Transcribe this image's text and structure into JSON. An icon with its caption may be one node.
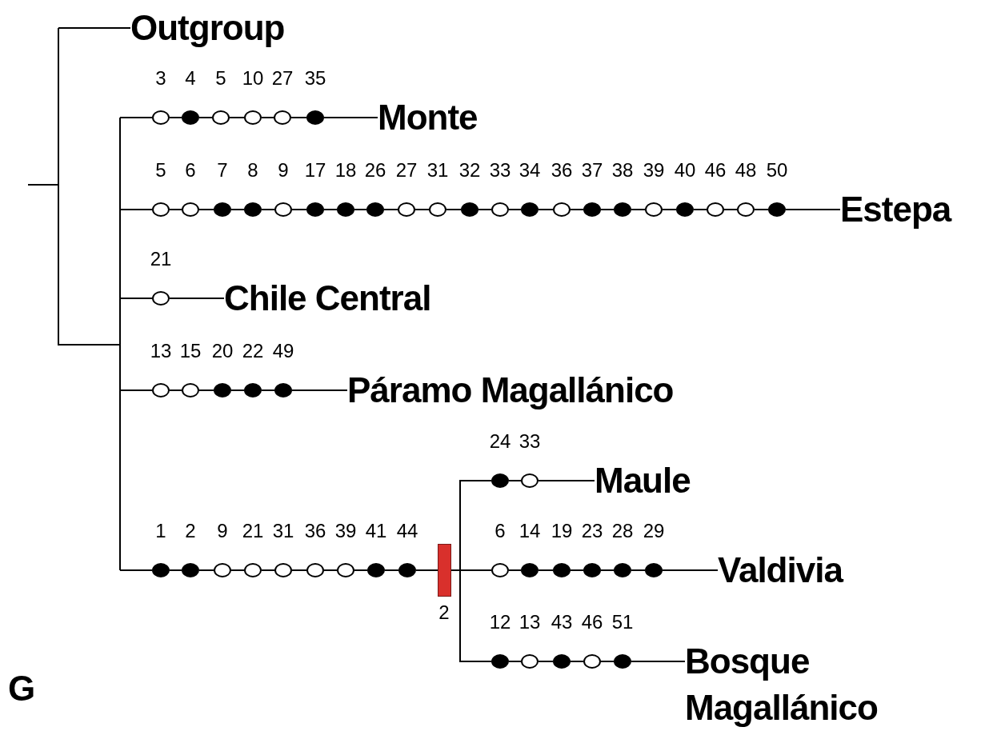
{
  "diagram": {
    "nodes": [
      {
        "text": [
          "Outgroup"
        ]
      },
      {
        "text": [],
        "shape": "circle",
        "beside": [
          "3"
        ]
      },
      {
        "text": [],
        "shape": "dot",
        "beside": [
          "4"
        ]
      },
      {
        "text": [],
        "shape": "circle",
        "beside": [
          "5"
        ]
      },
      {
        "text": [],
        "shape": "circle",
        "beside": [
          "10"
        ]
      },
      {
        "text": [],
        "shape": "circle",
        "beside": [
          "27"
        ]
      },
      {
        "text": [],
        "shape": "dot",
        "beside": [
          "35"
        ]
      },
      {
        "text": [
          "Monte"
        ]
      },
      {
        "text": [],
        "shape": "circle",
        "beside": [
          "5"
        ]
      },
      {
        "text": [],
        "shape": "circle",
        "beside": [
          "6"
        ]
      },
      {
        "text": [],
        "shape": "dot",
        "beside": [
          "7"
        ]
      },
      {
        "text": [],
        "shape": "dot",
        "beside": [
          "8"
        ]
      },
      {
        "text": [],
        "shape": "circle",
        "beside": [
          "9"
        ]
      },
      {
        "text": [],
        "shape": "dot",
        "beside": [
          "17"
        ]
      },
      {
        "text": [],
        "shape": "dot",
        "beside": [
          "18"
        ]
      },
      {
        "text": [],
        "shape": "dot",
        "beside": [
          "26"
        ]
      },
      {
        "text": [],
        "shape": "circle",
        "beside": [
          "27"
        ]
      },
      {
        "text": [],
        "shape": "circle",
        "beside": [
          "31"
        ]
      },
      {
        "text": [],
        "shape": "dot",
        "beside": [
          "32"
        ]
      },
      {
        "text": [],
        "shape": "circle",
        "beside": [
          "33"
        ]
      },
      {
        "text": [],
        "shape": "dot",
        "beside": [
          "34"
        ]
      },
      {
        "text": [],
        "shape": "circle",
        "beside": [
          "36"
        ]
      },
      {
        "text": [],
        "shape": "dot",
        "beside": [
          "37"
        ]
      },
      {
        "text": [],
        "shape": "dot",
        "beside": [
          "38"
        ]
      },
      {
        "text": [],
        "shape": "circle",
        "beside": [
          "39"
        ]
      },
      {
        "text": [],
        "shape": "dot",
        "beside": [
          "40"
        ]
      },
      {
        "text": [],
        "shape": "circle",
        "beside": [
          "46"
        ]
      },
      {
        "text": [],
        "shape": "circle",
        "beside": [
          "48"
        ]
      },
      {
        "text": [],
        "shape": "dot",
        "beside": [
          "50"
        ]
      },
      {
        "text": [
          "Estepa"
        ]
      },
      {
        "text": [],
        "shape": "circle",
        "beside": [
          "21"
        ]
      },
      {
        "text": [
          "Chile Central"
        ]
      },
      {
        "text": [],
        "shape": "circle",
        "beside": [
          "13"
        ]
      },
      {
        "text": [],
        "shape": "circle",
        "beside": [
          "15"
        ]
      },
      {
        "text": [],
        "shape": "dot",
        "beside": [
          "20"
        ]
      },
      {
        "text": [],
        "shape": "dot",
        "beside": [
          "22"
        ]
      },
      {
        "text": [],
        "shape": "dot",
        "beside": [
          "49"
        ]
      },
      {
        "text": [
          "Páramo Magallánico"
        ]
      },
      {
        "text": [],
        "shape": "dot",
        "beside": [
          "1"
        ]
      },
      {
        "text": [],
        "shape": "dot",
        "beside": [
          "2"
        ]
      },
      {
        "text": [],
        "shape": "circle",
        "beside": [
          "9"
        ]
      },
      {
        "text": [],
        "shape": "circle",
        "beside": [
          "21"
        ]
      },
      {
        "text": [],
        "shape": "circle",
        "beside": [
          "31"
        ]
      },
      {
        "text": [],
        "shape": "circle",
        "beside": [
          "36"
        ]
      },
      {
        "text": [],
        "shape": "circle",
        "beside": [
          "39"
        ]
      },
      {
        "text": [],
        "shape": "dot",
        "beside": [
          "41"
        ]
      },
      {
        "text": [],
        "shape": "dot",
        "beside": [
          "44"
        ]
      },
      {
        "text": [],
        "shape": "bar",
        "beside": [
          "2"
        ]
      },
      {
        "text": [],
        "shape": "dot",
        "beside": [
          "24"
        ]
      },
      {
        "text": [],
        "shape": "circle",
        "beside": [
          "33"
        ]
      },
      {
        "text": [
          "Maule"
        ]
      },
      {
        "text": [],
        "shape": "circle",
        "beside": [
          "6"
        ]
      },
      {
        "text": [],
        "shape": "dot",
        "beside": [
          "14"
        ]
      },
      {
        "text": [],
        "shape": "dot",
        "beside": [
          "19"
        ]
      },
      {
        "text": [],
        "shape": "dot",
        "beside": [
          "23"
        ]
      },
      {
        "text": [],
        "shape": "dot",
        "beside": [
          "28"
        ]
      },
      {
        "text": [],
        "shape": "dot",
        "beside": [
          "29"
        ]
      },
      {
        "text": [
          "Valdivia"
        ]
      },
      {
        "text": [],
        "shape": "dot",
        "beside": [
          "12"
        ]
      },
      {
        "text": [],
        "shape": "circle",
        "beside": [
          "13"
        ]
      },
      {
        "text": [],
        "shape": "dot",
        "beside": [
          "43"
        ]
      },
      {
        "text": [],
        "shape": "circle",
        "beside": [
          "46"
        ]
      },
      {
        "text": [],
        "shape": "dot",
        "beside": [
          "51"
        ]
      },
      {
        "text": [
          "Bosque Magallánico"
        ]
      }
    ],
    "edges": [
      {
        "from": null,
        "to": 0,
        "arrow": "none"
      },
      {
        "from": null,
        "to": 1,
        "arrow": "none"
      },
      {
        "from": 1,
        "to": 2,
        "arrow": "none"
      },
      {
        "from": 2,
        "to": 3,
        "arrow": "none"
      },
      {
        "from": 3,
        "to": 4,
        "arrow": "none"
      },
      {
        "from": 4,
        "to": 5,
        "arrow": "none"
      },
      {
        "from": 5,
        "to": 6,
        "arrow": "none"
      },
      {
        "from": 6,
        "to": 7,
        "arrow": "none"
      },
      {
        "from": null,
        "to": 8,
        "arrow": "none"
      },
      {
        "from": 8,
        "to": 9,
        "arrow": "none"
      },
      {
        "from": 9,
        "to": 10,
        "arrow": "none"
      },
      {
        "from": 10,
        "to": 11,
        "arrow": "none"
      },
      {
        "from": 11,
        "to": 12,
        "arrow": "none"
      },
      {
        "from": 12,
        "to": 13,
        "arrow": "none"
      },
      {
        "from": 13,
        "to": 14,
        "arrow": "none"
      },
      {
        "from": 14,
        "to": 15,
        "arrow": "none"
      },
      {
        "from": 15,
        "to": 16,
        "arrow": "none"
      },
      {
        "from": 16,
        "to": 17,
        "arrow": "none"
      },
      {
        "from": 17,
        "to": 18,
        "arrow": "none"
      },
      {
        "from": 18,
        "to": 19,
        "arrow": "none"
      },
      {
        "from": 19,
        "to": 20,
        "arrow": "none"
      },
      {
        "from": 20,
        "to": 21,
        "arrow": "none"
      },
      {
        "from": 21,
        "to": 22,
        "arrow": "none"
      },
      {
        "from": 22,
        "to": 23,
        "arrow": "none"
      },
      {
        "from": 23,
        "to": 24,
        "arrow": "none"
      },
      {
        "from": 24,
        "to": 25,
        "arrow": "none"
      },
      {
        "from": 25,
        "to": 26,
        "arrow": "none"
      },
      {
        "from": 26,
        "to": 27,
        "arrow": "none"
      },
      {
        "from": 27,
        "to": 28,
        "arrow": "none"
      },
      {
        "from": 28,
        "to": 29,
        "arrow": "none"
      },
      {
        "from": null,
        "to": 30,
        "arrow": "none"
      },
      {
        "from": 30,
        "to": 31,
        "arrow": "none"
      },
      {
        "from": null,
        "to": 32,
        "arrow": "none"
      },
      {
        "from": 32,
        "to": 33,
        "arrow": "none"
      },
      {
        "from": 33,
        "to": 34,
        "arrow": "none"
      },
      {
        "from": 34,
        "to": 35,
        "arrow": "none"
      },
      {
        "from": 35,
        "to": 36,
        "arrow": "none"
      },
      {
        "from": 36,
        "to": 37,
        "arrow": "none"
      },
      {
        "from": null,
        "to": 38,
        "arrow": "none"
      },
      {
        "from": 38,
        "to": 39,
        "arrow": "none"
      },
      {
        "from": 39,
        "to": 40,
        "arrow": "none"
      },
      {
        "from": 40,
        "to": 41,
        "arrow": "none"
      },
      {
        "from": 41,
        "to": 42,
        "arrow": "none"
      },
      {
        "from": 42,
        "to": 43,
        "arrow": "none"
      },
      {
        "from": 43,
        "to": 44,
        "arrow": "none"
      },
      {
        "from": 44,
        "to": 45,
        "arrow": "none"
      },
      {
        "from": 45,
        "to": 46,
        "arrow": "none"
      },
      {
        "from": 46,
        "to": 47,
        "arrow": "none"
      },
      {
        "from": 47,
        "to": 48,
        "arrow": "none"
      },
      {
        "from": 48,
        "to": 49,
        "arrow": "none"
      },
      {
        "from": 49,
        "to": 50,
        "arrow": "none"
      },
      {
        "from": 47,
        "to": 51,
        "arrow": "none"
      },
      {
        "from": 51,
        "to": 52,
        "arrow": "none"
      },
      {
        "from": 52,
        "to": 53,
        "arrow": "none"
      },
      {
        "from": 53,
        "to": 54,
        "arrow": "none"
      },
      {
        "from": 54,
        "to": 55,
        "arrow": "none"
      },
      {
        "from": 55,
        "to": 56,
        "arrow": "none"
      },
      {
        "from": 56,
        "to": 57,
        "arrow": "none"
      },
      {
        "from": 47,
        "to": 58,
        "arrow": "none"
      },
      {
        "from": 58,
        "to": 59,
        "arrow": "none"
      },
      {
        "from": 59,
        "to": 60,
        "arrow": "none"
      },
      {
        "from": 60,
        "to": 61,
        "arrow": "none"
      },
      {
        "from": 61,
        "to": 62,
        "arrow": "none"
      },
      {
        "from": 62,
        "to": 63,
        "arrow": "none"
      }
    ],
    "labels": [
      "G"
    ]
  }
}
